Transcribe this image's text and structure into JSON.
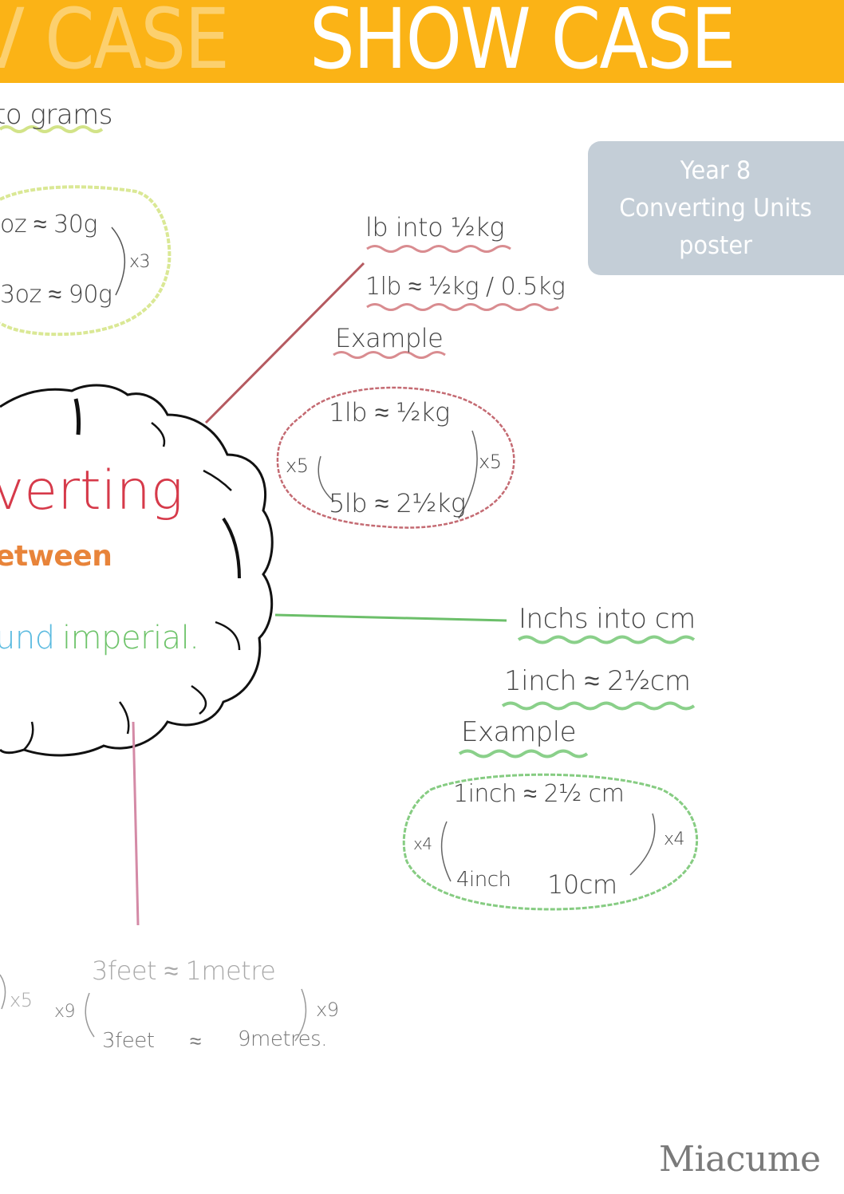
{
  "banner": {
    "ghost_text": "V CASE",
    "title": "SHOW CASE",
    "color": "#fbb316"
  },
  "info_box": {
    "line1": "Year 8",
    "line2": "Converting Units",
    "line3": "poster",
    "color": "#c4ced7"
  },
  "poster": {
    "center_cloud": {
      "line1": "verting",
      "line2": "etween",
      "line3_a": "und",
      "line3_b": "imperial."
    },
    "grams_branch": {
      "heading": "to grams",
      "box_line1": "oz ≈ 30g",
      "box_line2": "3oz ≈ 90g",
      "multiplier": "x3"
    },
    "kg_branch": {
      "heading": "lb into ½kg",
      "rule": "1lb ≈ ½kg / 0.5kg",
      "example_label": "Example",
      "box_line1": "1lb ≈ ½kg",
      "box_line2": "5lb ≈ 2½kg",
      "left_multiplier": "x5",
      "right_multiplier": "x5"
    },
    "cm_branch": {
      "heading": "Inchs into cm",
      "rule": "1inch ≈ 2½cm",
      "example_label": "Example",
      "box_line1": "1inch ≈ 2½ cm",
      "box_line2_a": "4inch",
      "box_line2_b": "10cm",
      "left_multiplier": "x4",
      "right_multiplier": "x4"
    },
    "metre_branch": {
      "stray_multiplier": "x5",
      "line1": "3feet ≈ 1metre",
      "line2_a": "3feet",
      "line2_approx": "≈",
      "line2_b": "9metres.",
      "left_multiplier": "x9",
      "right_multiplier": "x9"
    },
    "signature": "Miacume"
  }
}
